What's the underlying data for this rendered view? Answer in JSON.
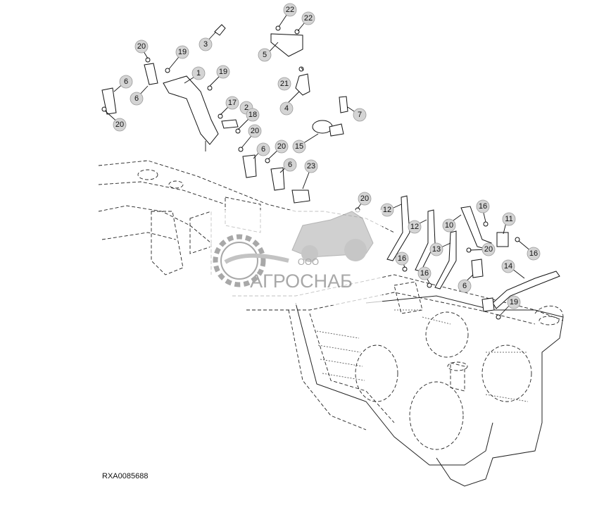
{
  "figure": {
    "reference_code": "RXA0085688",
    "callouts": [
      "1",
      "2",
      "3",
      "4",
      "5",
      "6",
      "6",
      "6",
      "6",
      "6",
      "7",
      "10",
      "11",
      "12",
      "12",
      "13",
      "14",
      "15",
      "16",
      "16",
      "16",
      "16",
      "17",
      "18",
      "19",
      "19",
      "19",
      "20",
      "20",
      "20",
      "20",
      "20",
      "20",
      "21",
      "22",
      "22",
      "23"
    ]
  },
  "watermark": {
    "prefix": "ООО",
    "brand": "АГРОСНАБ"
  }
}
